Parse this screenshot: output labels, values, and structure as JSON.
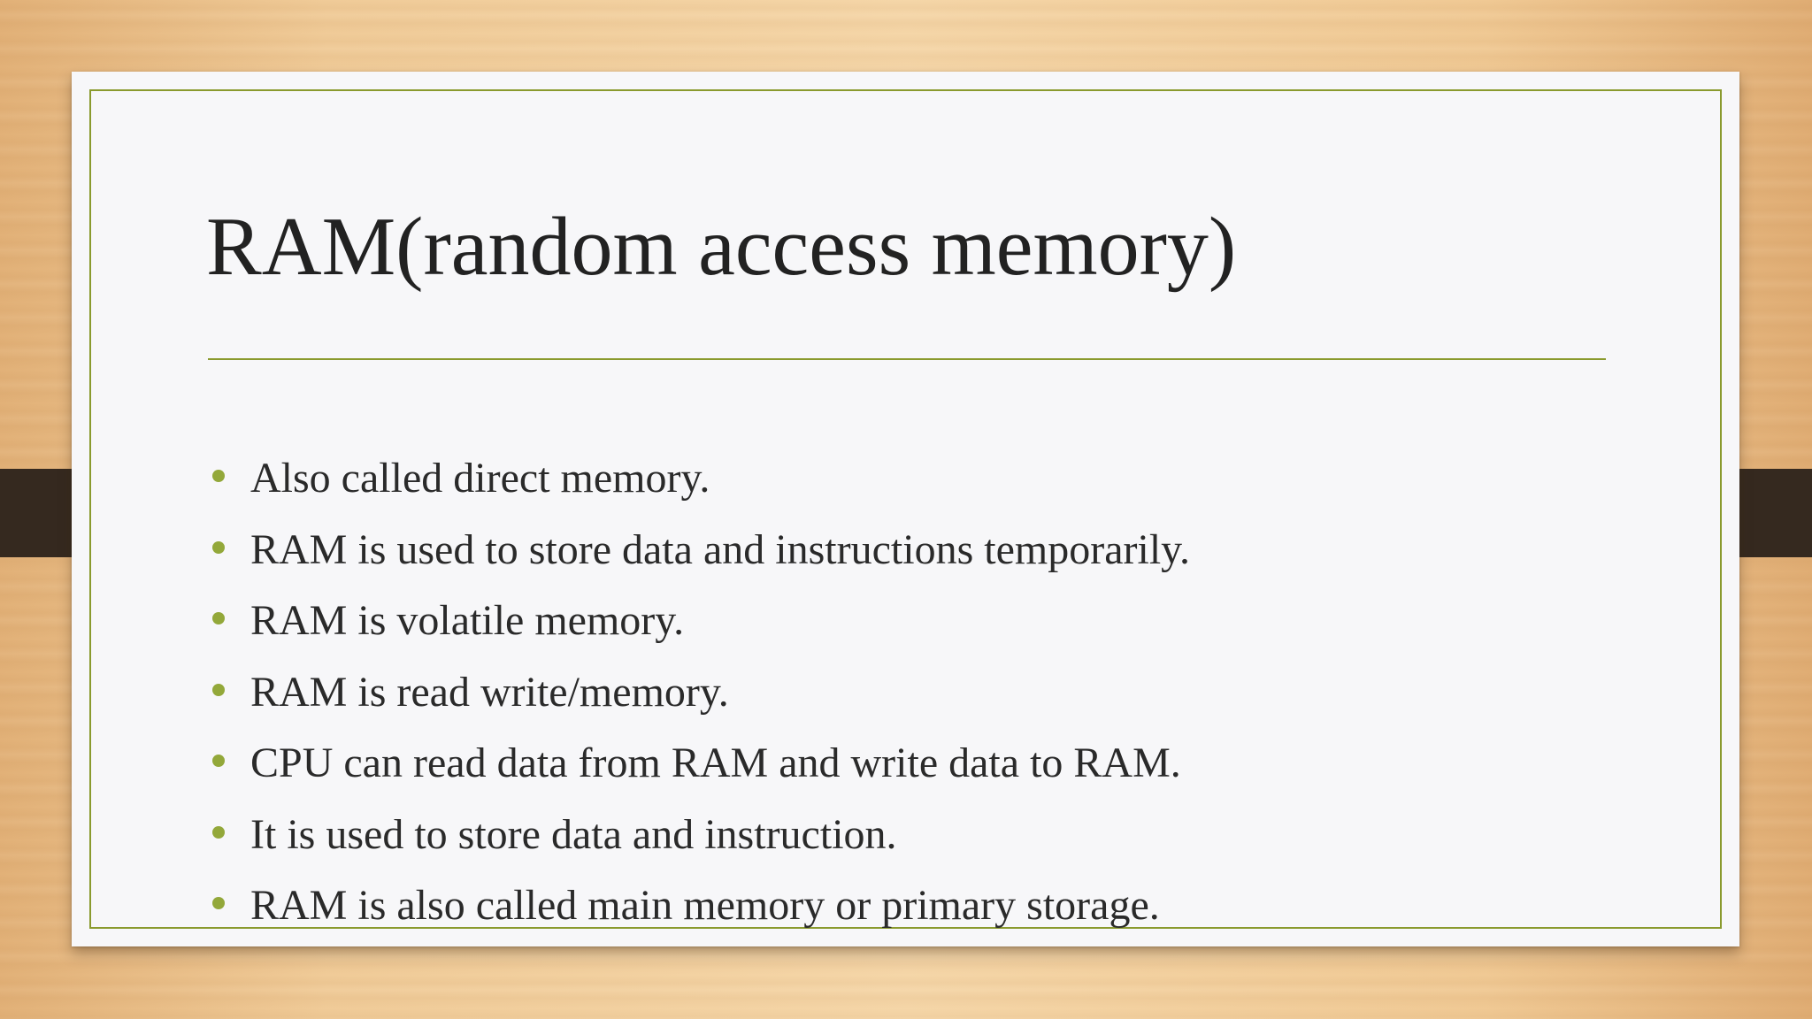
{
  "slide": {
    "title": "RAM(random access memory)",
    "bullets": [
      "Also called direct memory.",
      "RAM is used to store data and instructions temporarily.",
      "RAM is volatile memory.",
      "RAM is read write/memory.",
      "CPU can read data from RAM and write data to RAM.",
      "It is used to store data and instruction.",
      "RAM is also called main memory or primary storage."
    ]
  },
  "colors": {
    "accent": "#8a9a2e",
    "bullet": "#93a83a",
    "text": "#222222",
    "background": "#f7f7f9",
    "strap": "#35291f"
  }
}
